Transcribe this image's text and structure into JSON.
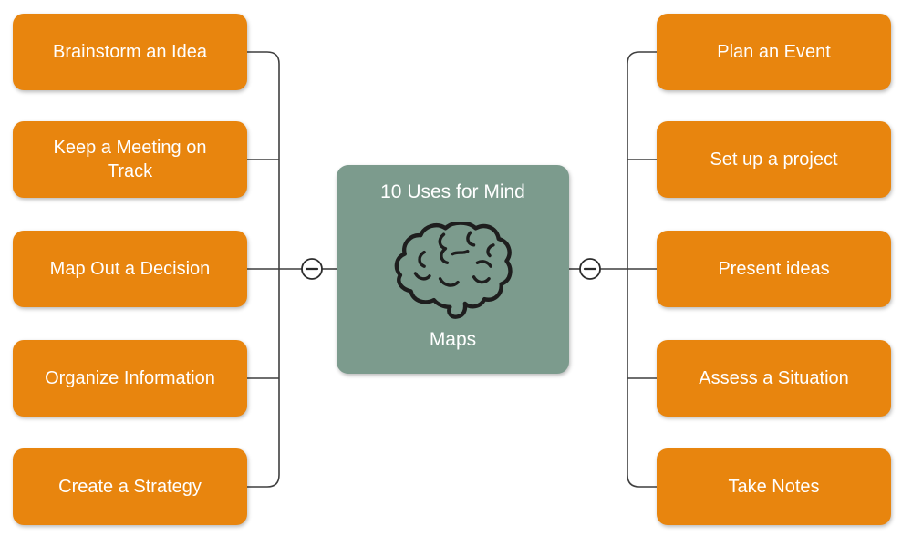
{
  "diagram": {
    "type": "mind-map",
    "background": "#FFFFFF",
    "colors": {
      "branch_node_fill": "#E8850E",
      "center_node_fill": "#7C9B8D",
      "node_text": "#FFFFFF",
      "connector_line": "#3F3F3F",
      "collapse_button_fill": "#FFFFFF",
      "collapse_button_stroke": "#2B2B2B"
    },
    "center_node": {
      "title": "10 Uses for Mind Maps",
      "title_line1": "10 Uses for Mind",
      "title_line2": "Maps",
      "icon": "brain-icon"
    },
    "left_branch": {
      "collapse_symbol": "−",
      "nodes": [
        {
          "label": "Brainstorm an Idea"
        },
        {
          "label": "Keep a Meeting on Track"
        },
        {
          "label": "Map Out a Decision"
        },
        {
          "label": "Organize Information"
        },
        {
          "label": "Create a Strategy"
        }
      ]
    },
    "right_branch": {
      "collapse_symbol": "−",
      "nodes": [
        {
          "label": "Plan an Event"
        },
        {
          "label": "Set up a project"
        },
        {
          "label": "Present ideas"
        },
        {
          "label": "Assess a Situation"
        },
        {
          "label": "Take Notes"
        }
      ]
    }
  }
}
